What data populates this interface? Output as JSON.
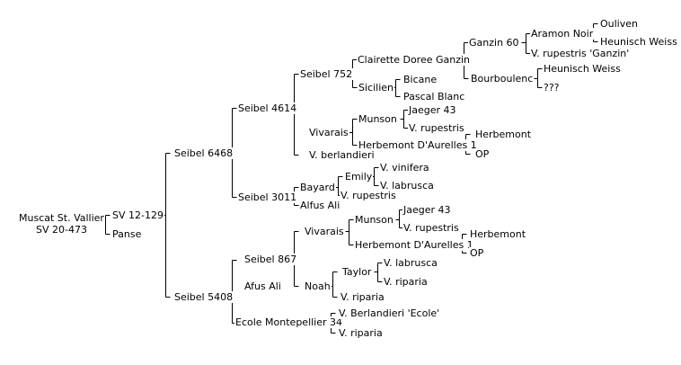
{
  "root": {
    "line1": "Muscat St. Vallier",
    "line2": "SV 20-473"
  },
  "nodes": {
    "sv12129": "SV 12-129",
    "panse": "Panse",
    "seibel6468": "Seibel 6468",
    "seibel5408": "Seibel 5408",
    "seibel4614": "Seibel 4614",
    "seibel3011": "Seibel 3011",
    "seibel752": "Seibel 752",
    "vberlandieri": "V. berlandieri",
    "clairette": "Clairette Doree Ganzin",
    "sicilien": "Sicilien",
    "ganzin60": "Ganzin 60",
    "bourboulenc": "Bourboulenc",
    "aramonnoir": "Aramon Noir",
    "vrupganzin": "V. rupestris 'Ganzin'",
    "ouliven": "Ouliven",
    "heunisch1": "Heunisch Weiss",
    "heunisch2": "Heunisch Weiss",
    "unknown": "???",
    "bicane": "Bicane",
    "pascalblanc": "Pascal Blanc",
    "vivarais1": "Vivarais",
    "munson1": "Munson",
    "jaeger1": "Jaeger 43",
    "vrup1": "V. rupestris",
    "herbda1": "Herbemont D'Aurelles 1",
    "herbemont1": "Herbemont",
    "op1": "OP",
    "bayard": "Bayard",
    "emily": "Emily",
    "vvinifera": "V. vinifera",
    "vlabrusca1": "V. labrusca",
    "vrup2": "V. rupestris",
    "alfusali": "Alfus Ali",
    "seibel867": "Seibel 867",
    "afusali": "Afus Ali",
    "ecole34": "Ecole Montepellier 34",
    "vivarais2": "Vivarais",
    "munson2": "Munson",
    "jaeger2": "Jaeger 43",
    "vrup3": "V. rupestris",
    "herbda2": "Herbemont D'Aurelles 1",
    "herbemont2": "Herbemont",
    "op2": "OP",
    "noah": "Noah",
    "taylor": "Taylor",
    "vlabrusca2": "V. labrusca",
    "vriparia1": "V. riparia",
    "vriparia2": "V. riparia",
    "vberlecole": "V. Berlandieri 'Ecole'",
    "vriparia3": "V. riparia"
  },
  "colors": {
    "line": "#000000",
    "text": "#000000",
    "background": "#ffffff"
  }
}
